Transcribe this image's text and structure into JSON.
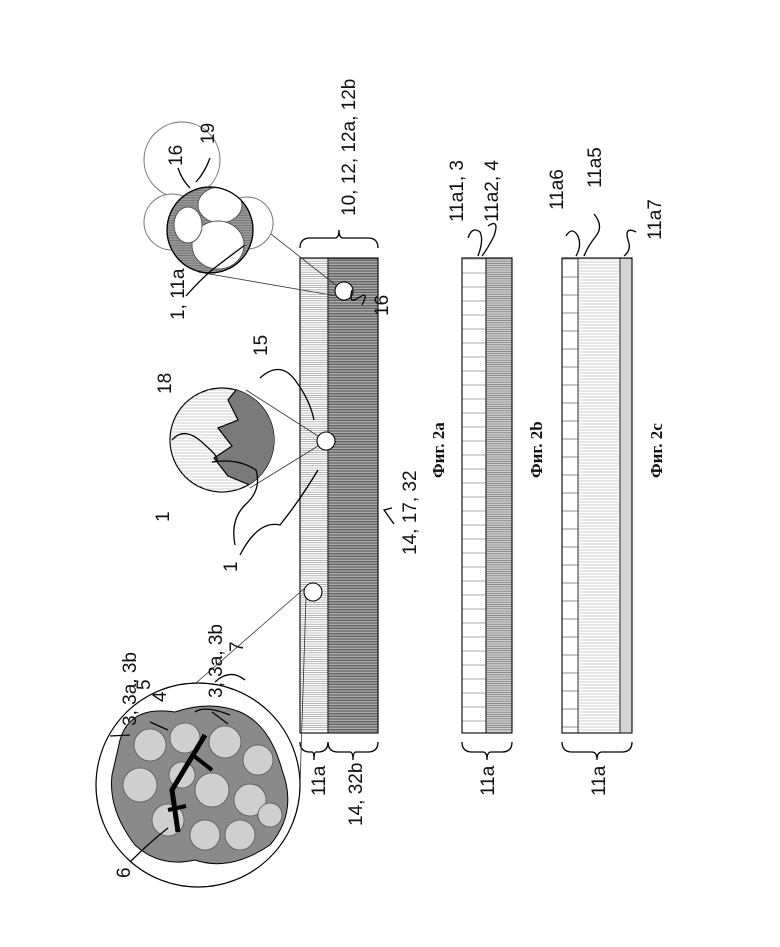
{
  "figures": [
    {
      "caption": "Фиг. 2a",
      "labels": {
        "layer_top": "11a",
        "layer_bottom": "14, 32b",
        "top_right": "10, 12, 12a, 12b",
        "bottom_mid": "14, 17, 32",
        "callout_left_1": "1",
        "callout_left_2": "1",
        "callout_15": "15",
        "callout_16_bottom": "16",
        "detail_18": "18",
        "detail_16": "16",
        "detail_19": "19",
        "detail_1_11a": "1, 11a",
        "detail_6": "6",
        "detail_4": "4",
        "detail_5": "5",
        "detail_7": "7",
        "detail_3_a": "3, 3a, 3b",
        "detail_3_b": "3, 3a, 3b"
      }
    },
    {
      "caption": "Фиг. 2b",
      "labels": {
        "layer": "11a",
        "top_a": "11a1, 3",
        "top_b": "11a2, 4"
      }
    },
    {
      "caption": "Фиг. 2c",
      "labels": {
        "layer": "11a",
        "top_a": "11a6",
        "top_b": "11a5",
        "top_c": "11a7"
      }
    }
  ]
}
